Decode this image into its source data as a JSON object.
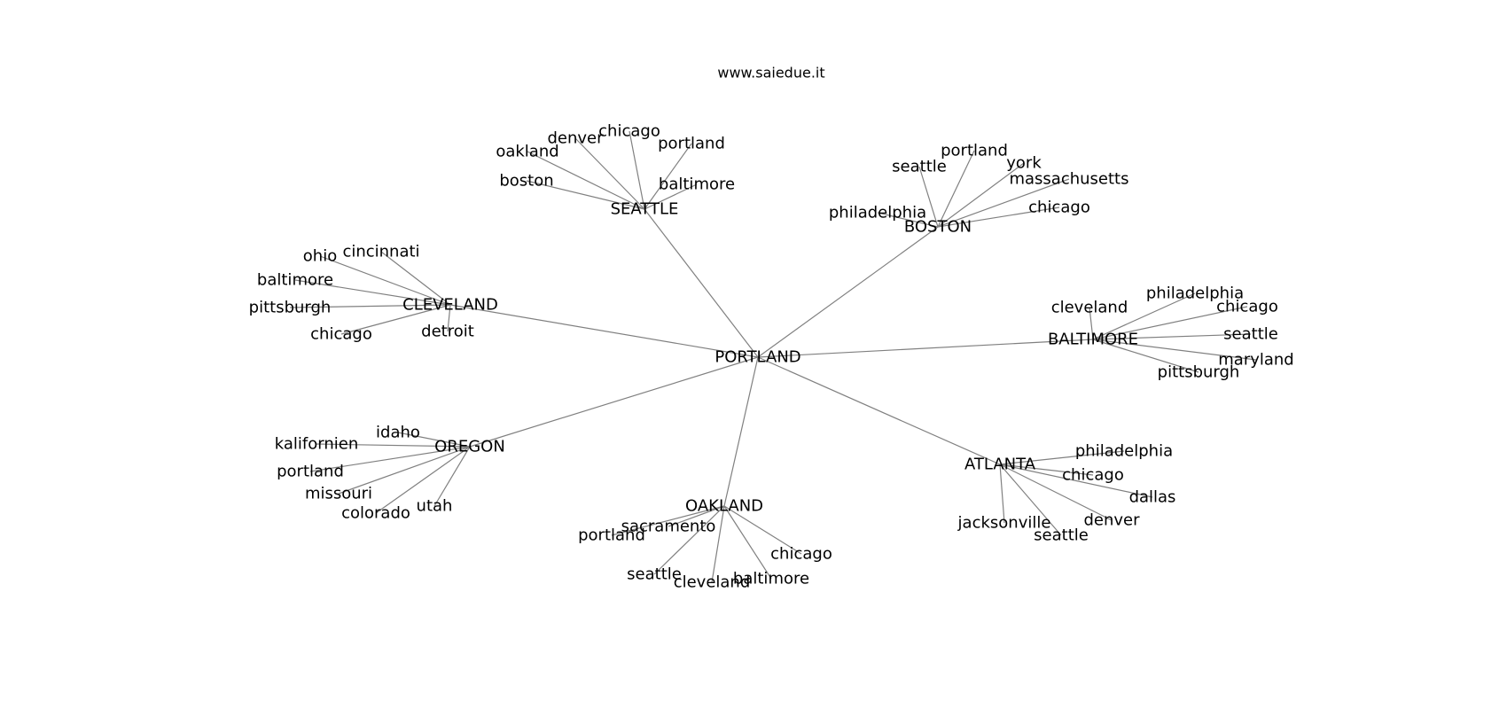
{
  "credit": "www.saiedue.it",
  "graph": {
    "edge_color": "#808080",
    "root": "PORTLAND",
    "hubs": [
      {
        "name": "SEATTLE",
        "leaves": [
          "oakland",
          "denver",
          "chicago",
          "portland",
          "boston",
          "baltimore"
        ]
      },
      {
        "name": "BOSTON",
        "leaves": [
          "seattle",
          "portland",
          "york",
          "massachusetts",
          "philadelphia",
          "chicago"
        ]
      },
      {
        "name": "CLEVELAND",
        "leaves": [
          "ohio",
          "cincinnati",
          "baltimore",
          "pittsburgh",
          "chicago",
          "detroit"
        ]
      },
      {
        "name": "BALTIMORE",
        "leaves": [
          "cleveland",
          "philadelphia",
          "chicago",
          "seattle",
          "maryland",
          "pittsburgh"
        ]
      },
      {
        "name": "OREGON",
        "leaves": [
          "idaho",
          "kalifornien",
          "portland",
          "missouri",
          "colorado",
          "utah"
        ]
      },
      {
        "name": "ATLANTA",
        "leaves": [
          "philadelphia",
          "chicago",
          "dallas",
          "denver",
          "jacksonville",
          "seattle"
        ]
      },
      {
        "name": "OAKLAND",
        "leaves": [
          "sacramento",
          "portland",
          "seattle",
          "cleveland",
          "baltimore",
          "chicago"
        ]
      }
    ]
  }
}
